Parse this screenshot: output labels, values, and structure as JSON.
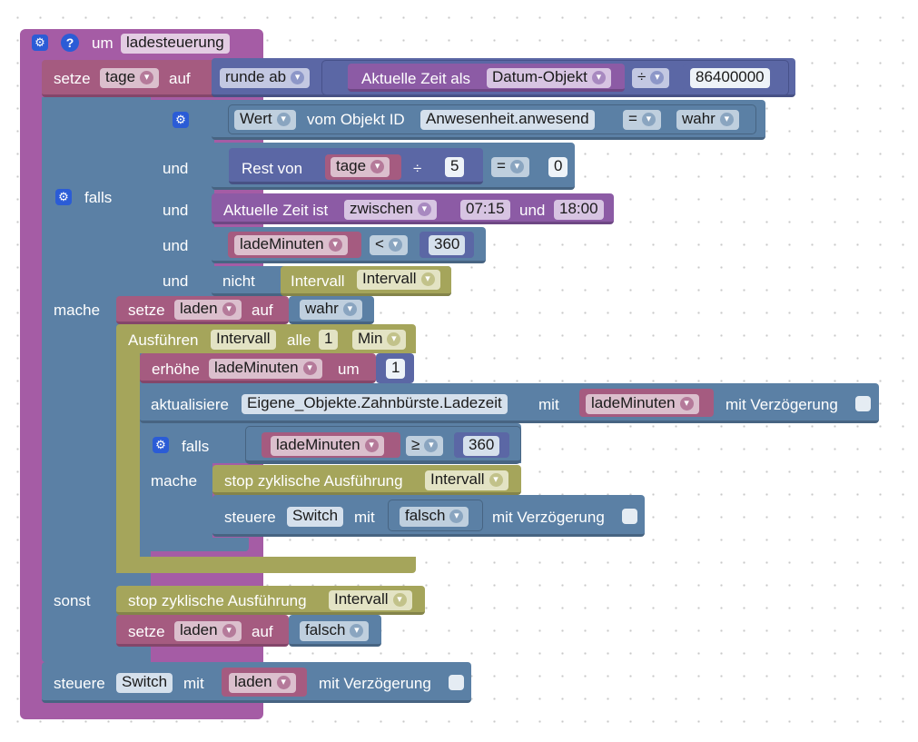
{
  "function": {
    "keyword": "um",
    "name": "ladesteuerung"
  },
  "set_tage": {
    "label_set": "setze",
    "variable": "tage",
    "label_to": "auf",
    "round_mode": "runde ab",
    "time_prefix": "Aktuelle Zeit als",
    "time_format": "Datum-Objekt",
    "operator": "÷",
    "divisor": "86400000"
  },
  "if_block": {
    "label_if": "falls",
    "label_do": "mache",
    "label_else": "sonst",
    "label_and": "und",
    "cond1": {
      "value_label": "Wert",
      "from_object": "vom Objekt ID",
      "object_id": "Anwesenheit.anwesend",
      "operator": "=",
      "value": "wahr"
    },
    "cond2": {
      "remainder_label": "Rest von",
      "variable": "tage",
      "divide": "÷",
      "divisor": "5",
      "operator": "=",
      "value": "0"
    },
    "cond3": {
      "prefix": "Aktuelle Zeit ist",
      "mode": "zwischen",
      "from": "07:15",
      "and_label": "und",
      "to": "18:00"
    },
    "cond4": {
      "variable": "ladeMinuten",
      "operator": "<",
      "value": "360"
    },
    "cond5": {
      "not_label": "nicht",
      "interval_label": "Intervall",
      "interval": "Intervall"
    }
  },
  "do_block": {
    "set_laden": {
      "label_set": "setze",
      "variable": "laden",
      "label_to": "auf",
      "value": "wahr"
    },
    "run_interval": {
      "label": "Ausführen",
      "interval": "Intervall",
      "every_label": "alle",
      "every_value": "1",
      "unit": "Min",
      "increase": {
        "label": "erhöhe",
        "variable": "ladeMinuten",
        "by_label": "um",
        "amount": "1"
      },
      "update": {
        "label": "aktualisiere",
        "object_id": "Eigene_Objekte.Zahnbürste.Ladezeit",
        "with_label": "mit",
        "variable": "ladeMinuten",
        "delay_label": "mit Verzögerung"
      },
      "inner_if": {
        "label_if": "falls",
        "label_do": "mache",
        "variable": "ladeMinuten",
        "operator": "≥",
        "value": "360",
        "stop": {
          "label": "stop zyklische Ausführung",
          "interval": "Intervall"
        },
        "control": {
          "label": "steuere",
          "target": "Switch",
          "with_label": "mit",
          "value": "falsch",
          "delay_label": "mit Verzögerung"
        }
      }
    }
  },
  "else_block": {
    "stop": {
      "label": "stop zyklische Ausführung",
      "interval": "Intervall"
    },
    "set_laden": {
      "label_set": "setze",
      "variable": "laden",
      "label_to": "auf",
      "value": "falsch"
    }
  },
  "final_control": {
    "label": "steuere",
    "target": "Switch",
    "with_label": "mit",
    "variable": "laden",
    "delay_label": "mit Verzögerung"
  },
  "colors": {
    "function": "#a55ca5",
    "variables": "#a55b80",
    "logic": "#5b80a5",
    "math": "#5b67a5",
    "time": "#8c5ba5",
    "timer": "#a5a55b"
  },
  "icons": {
    "settings": "gear-icon",
    "help": "help-icon"
  }
}
